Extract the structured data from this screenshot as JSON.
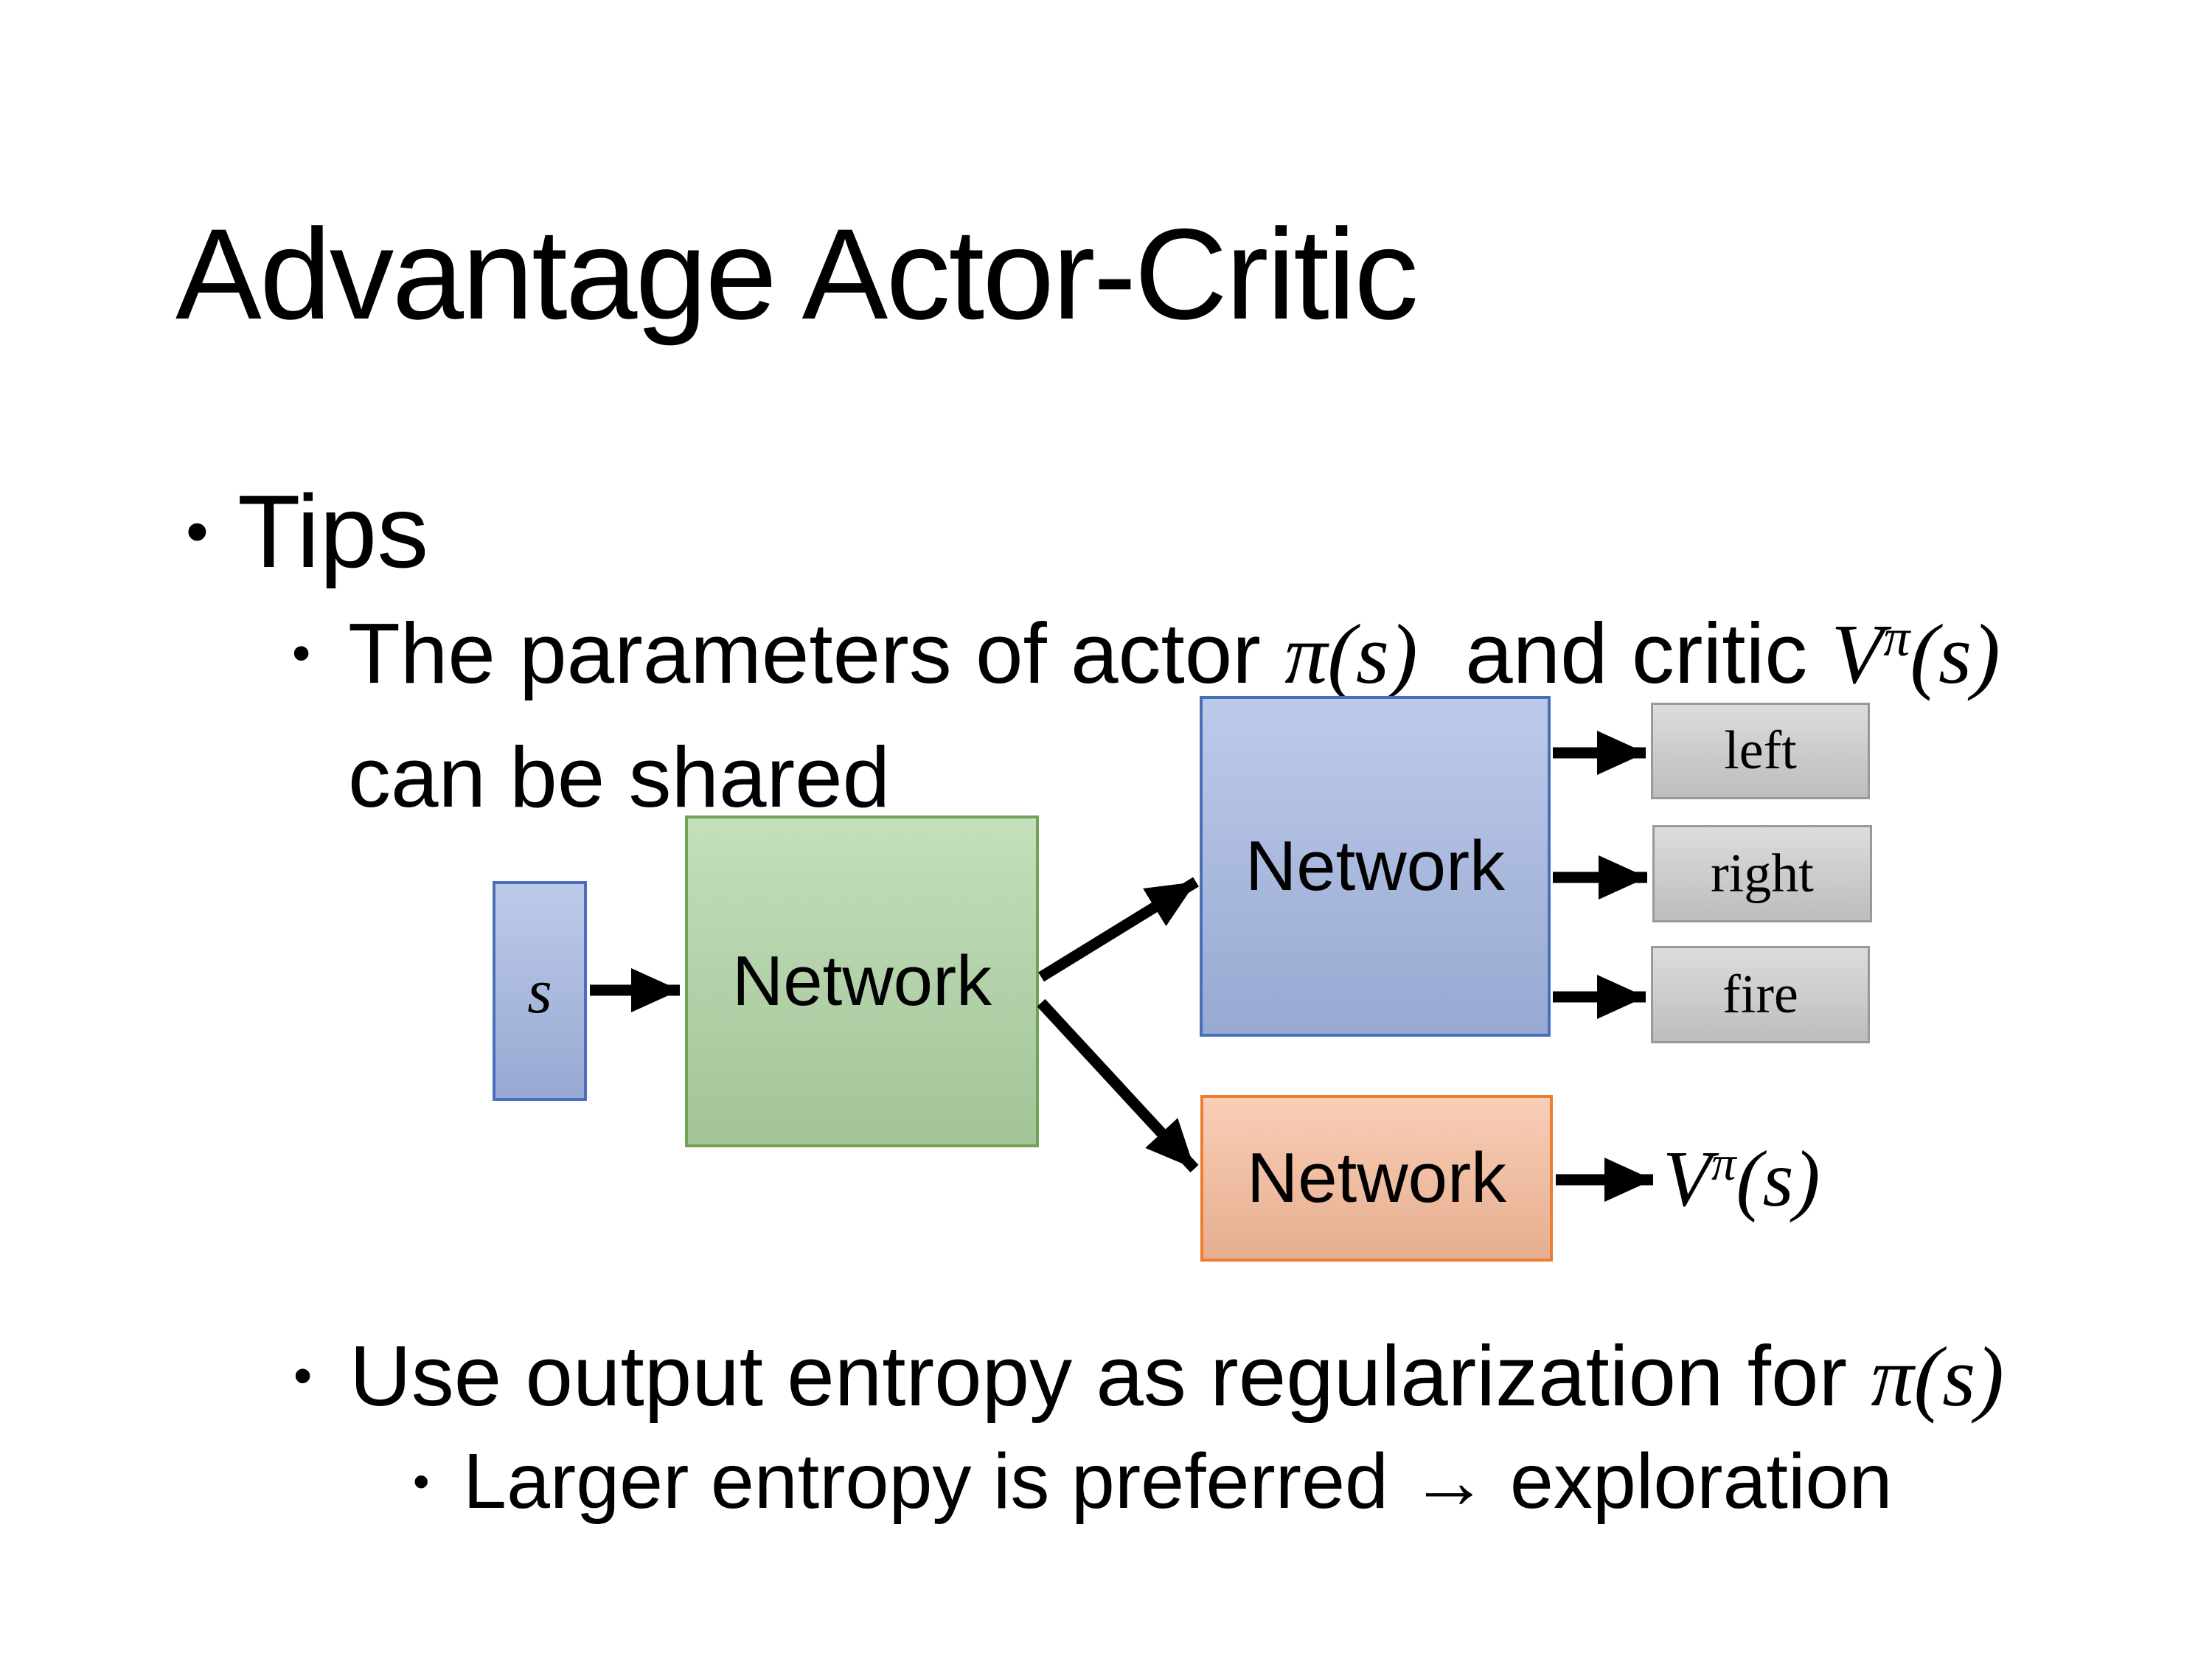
{
  "slide_title": "Advantage Actor-Critic",
  "bullet_char": "•",
  "tips": {
    "label": "Tips"
  },
  "param_bullet": {
    "text1": "The parameters of actor ",
    "math1": "π(s)",
    "text2": "  and critic ",
    "critic_v": "V",
    "critic_sup": "π",
    "critic_args": "(s)",
    "line2": "can be shared"
  },
  "entropy_bullet": {
    "text1": "Use output entropy as regularization for ",
    "math1": "π(s)"
  },
  "exploration_bullet": {
    "text": "Larger entropy is preferred → exploration"
  },
  "diagram": {
    "input_box": {
      "label": "s",
      "fill": "#a3b6e2",
      "border": "#4a6fba"
    },
    "shared_network": {
      "label": "Network",
      "fill": "#aed3a2",
      "border": "#6fa356"
    },
    "actor_network": {
      "label": "Network",
      "fill": "#a3b6e2",
      "border": "#4a6fba"
    },
    "critic_network": {
      "label": "Network",
      "fill": "#f7bb9a",
      "border": "#ed7d31"
    },
    "action_boxes": [
      {
        "label": "left"
      },
      {
        "label": "right"
      },
      {
        "label": "fire"
      }
    ],
    "action_box_style": {
      "fill": "#cbcdcf",
      "border": "#98999b"
    },
    "critic_output": {
      "v": "V",
      "sup": "π",
      "args": "(s)"
    },
    "arrow_color": "#000000"
  }
}
